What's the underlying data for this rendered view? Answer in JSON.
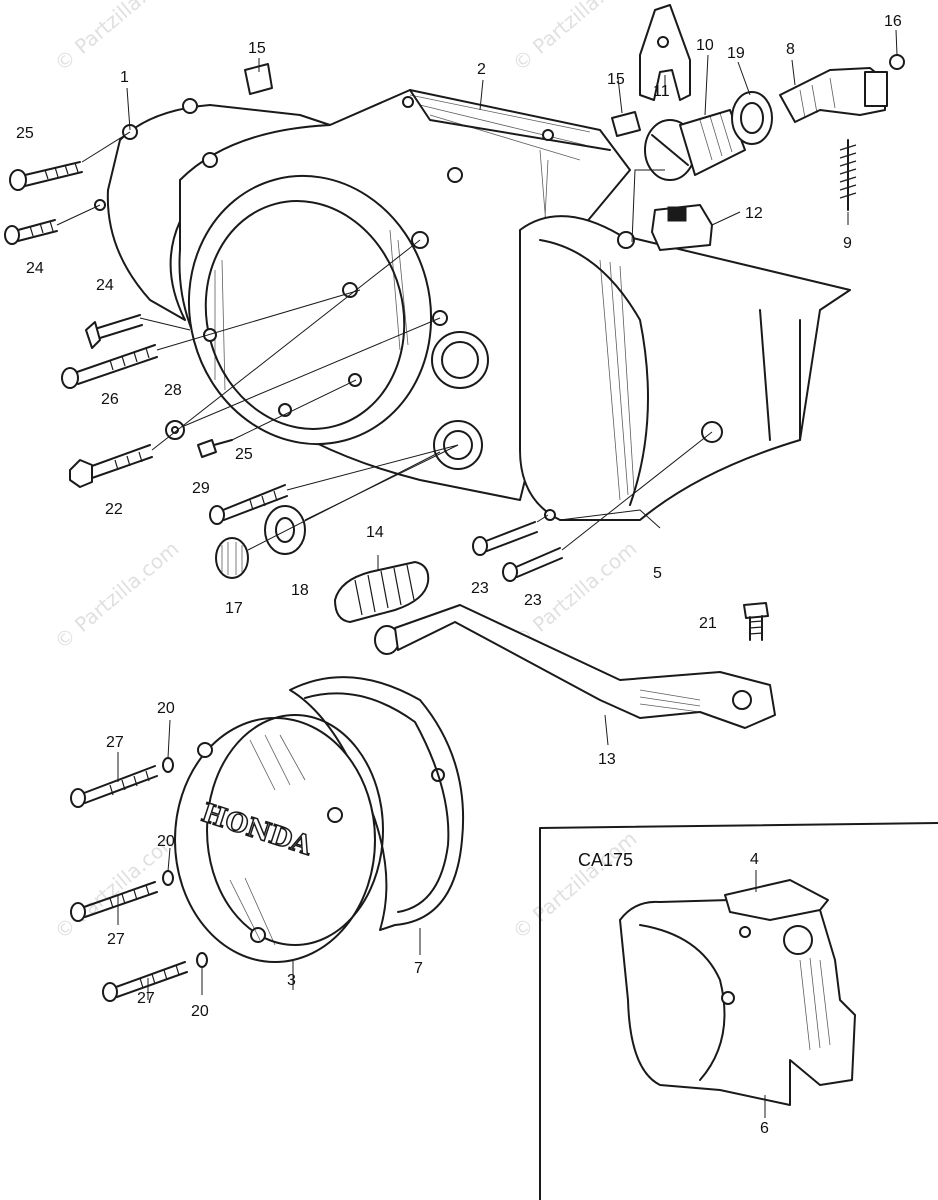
{
  "diagram": {
    "inset_title": "CA175",
    "watermark": "© Partzilla.com",
    "labels": {
      "p1": "1",
      "p2": "2",
      "p3": "3",
      "p4": "4",
      "p5": "5",
      "p6": "6",
      "p7": "7",
      "p8": "8",
      "p9": "9",
      "p10": "10",
      "p11": "11",
      "p12": "12",
      "p13": "13",
      "p14": "14",
      "p15a": "15",
      "p15b": "15",
      "p16": "16",
      "p17": "17",
      "p18": "18",
      "p19": "19",
      "p20a": "20",
      "p20b": "20",
      "p20c": "20",
      "p21": "21",
      "p22": "22",
      "p23a": "23",
      "p23b": "23",
      "p24a": "24",
      "p24b": "24",
      "p25a": "25",
      "p25b": "25",
      "p26": "26",
      "p27a": "27",
      "p27b": "27",
      "p27c": "27",
      "p28": "28",
      "p29": "29"
    },
    "logo_text": "HONDA"
  }
}
